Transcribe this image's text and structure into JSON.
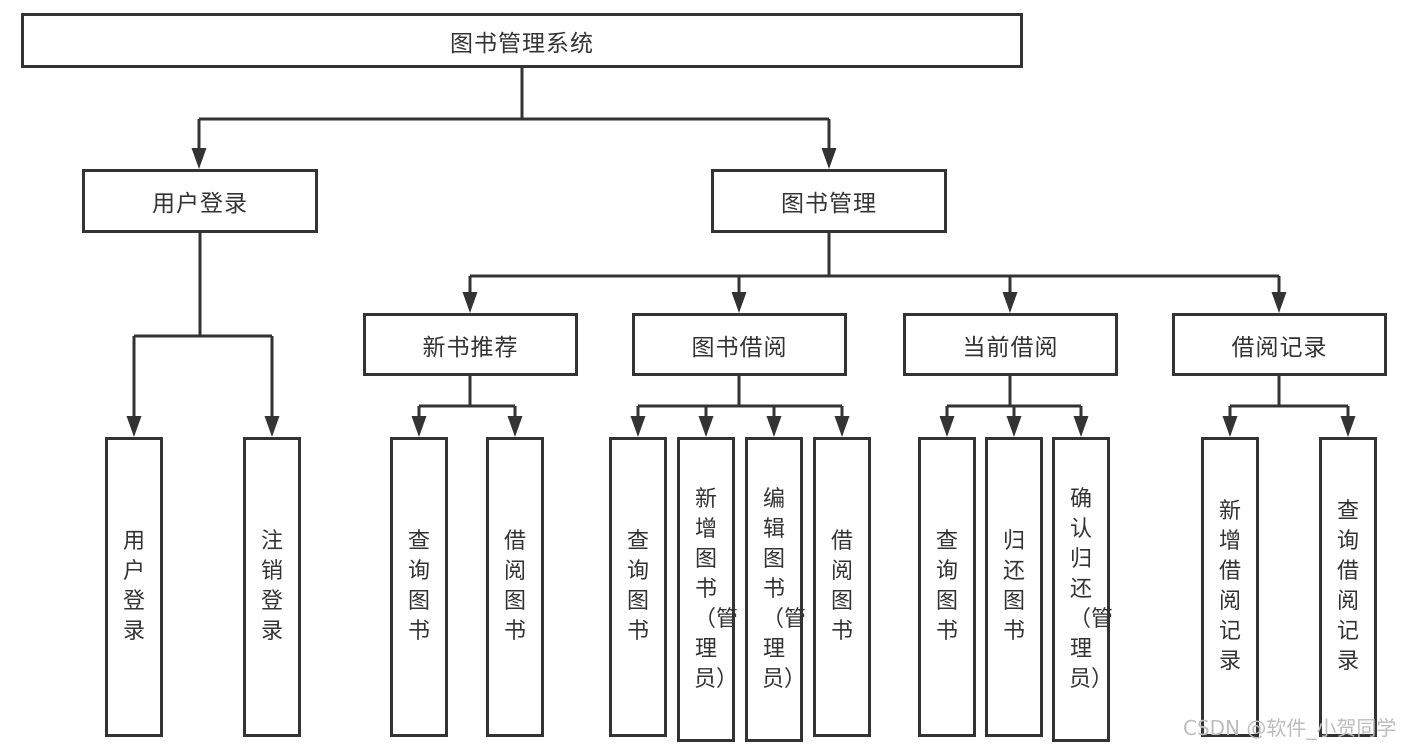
{
  "diagram": {
    "root": {
      "label": "图书管理系统"
    },
    "branches": [
      {
        "label": "用户登录",
        "children": [
          {
            "label": "用户登录"
          },
          {
            "label": "注销登录"
          }
        ]
      },
      {
        "label": "图书管理",
        "children": [
          {
            "label": "新书推荐",
            "children": [
              {
                "label": "查询图书"
              },
              {
                "label": "借阅图书"
              }
            ]
          },
          {
            "label": "图书借阅",
            "children": [
              {
                "label": "查询图书"
              },
              {
                "label": "新增图书（管理员）"
              },
              {
                "label": "编辑图书（管理员）"
              },
              {
                "label": "借阅图书"
              }
            ]
          },
          {
            "label": "当前借阅",
            "children": [
              {
                "label": "查询图书"
              },
              {
                "label": "归还图书"
              },
              {
                "label": "确认归还（管理员）"
              }
            ]
          },
          {
            "label": "借阅记录",
            "children": [
              {
                "label": "新增借阅记录"
              },
              {
                "label": "查询借阅记录"
              }
            ]
          }
        ]
      }
    ]
  },
  "watermark": {
    "text": "CSDN @软件_小贺同学"
  },
  "colors": {
    "line": "#333333",
    "text": "#333333",
    "background": "#ffffff",
    "watermark": "#bdbdbd"
  }
}
